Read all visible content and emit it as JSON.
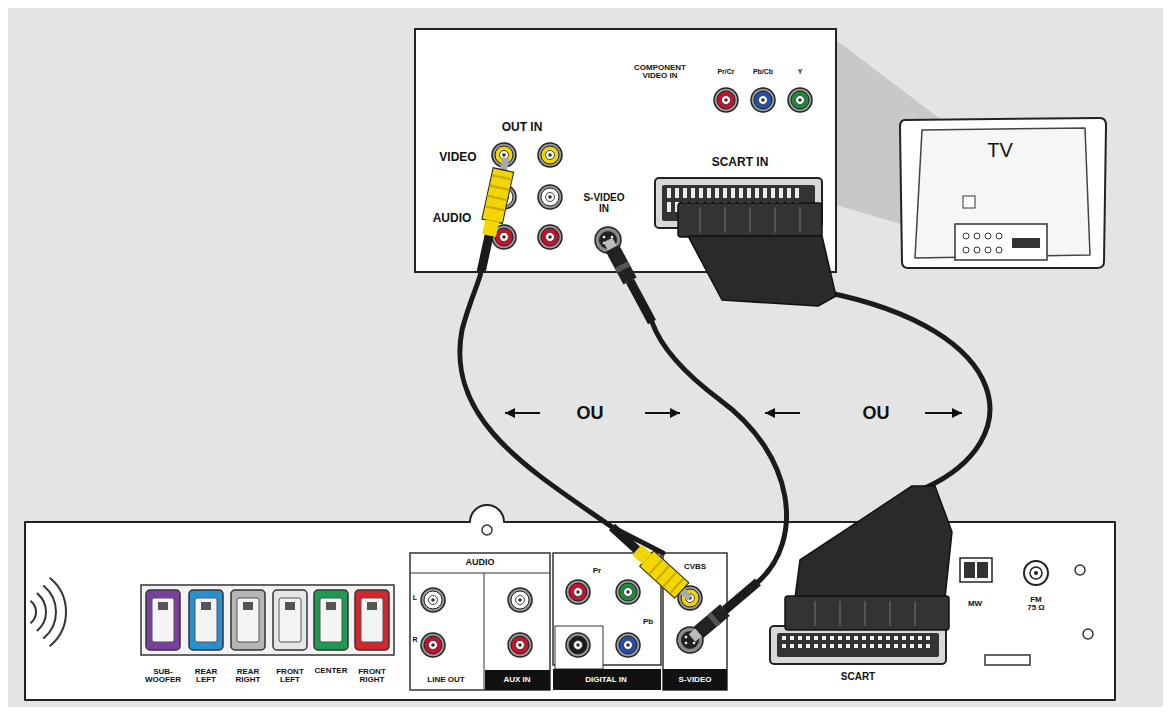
{
  "diagram": {
    "nodes": [
      {
        "text": [
          "COMPONENT VIDEO IN",
          "Pr/Cr",
          "Pb/Cb",
          "Y",
          "OUT IN",
          "VIDEO",
          "AUDIO",
          "S-VIDEO IN",
          "SCART IN"
        ]
      },
      {
        "text": [
          "TV"
        ]
      },
      {
        "text": [
          "SUB- WOOFER",
          "REAR LEFT",
          "REAR RIGHT",
          "FRONT LEFT",
          "CENTER",
          "FRONT RIGHT",
          "SCART",
          "MW",
          "FM 75 Ω"
        ]
      },
      {
        "text": [
          "AUDIO",
          "L",
          "R",
          "LINE OUT",
          "AUX IN"
        ],
        "in": 2
      },
      {
        "text": [
          "Pr",
          "Pb"
        ],
        "in": 2
      },
      {
        "text": [
          "DIGITAL IN"
        ],
        "in": 2
      },
      {
        "text": [
          "CVBS",
          "S-VIDEO"
        ],
        "in": 2
      }
    ],
    "edges": [
      {
        "from": 6,
        "to": 0,
        "arrow": "none"
      },
      {
        "from": 6,
        "to": 0,
        "arrow": "none"
      },
      {
        "from": 2,
        "to": 0,
        "arrow": "none"
      }
    ],
    "labels": [
      "OU",
      "OU"
    ]
  }
}
